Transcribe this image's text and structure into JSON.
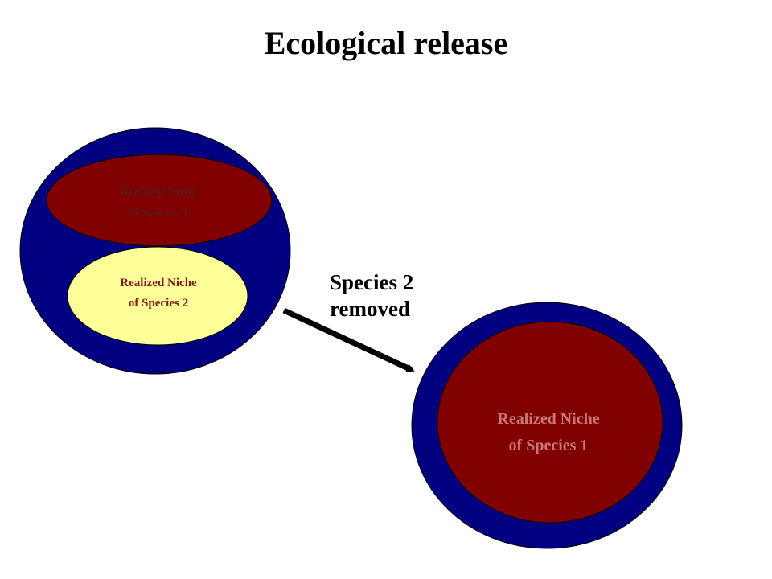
{
  "title": "Ecological release",
  "before": {
    "species1_line1": "Realized Niche",
    "species1_line2": "of Species 1",
    "species2_line1": "Realized Niche",
    "species2_line2": "of Species 2"
  },
  "transition": {
    "line1": "Species 2",
    "line2": "removed"
  },
  "after": {
    "species1_line1": "Realized Niche",
    "species1_line2": "of Species 1"
  },
  "colors": {
    "fundamental_niche": "#000080",
    "species1_niche": "#800000",
    "species2_niche": "#FFFF99",
    "species1_text_on_small": "#5a1a1a",
    "species1_text_on_large": "#c87878",
    "species2_text": "#7a1a1a",
    "arrow": "#000000"
  }
}
